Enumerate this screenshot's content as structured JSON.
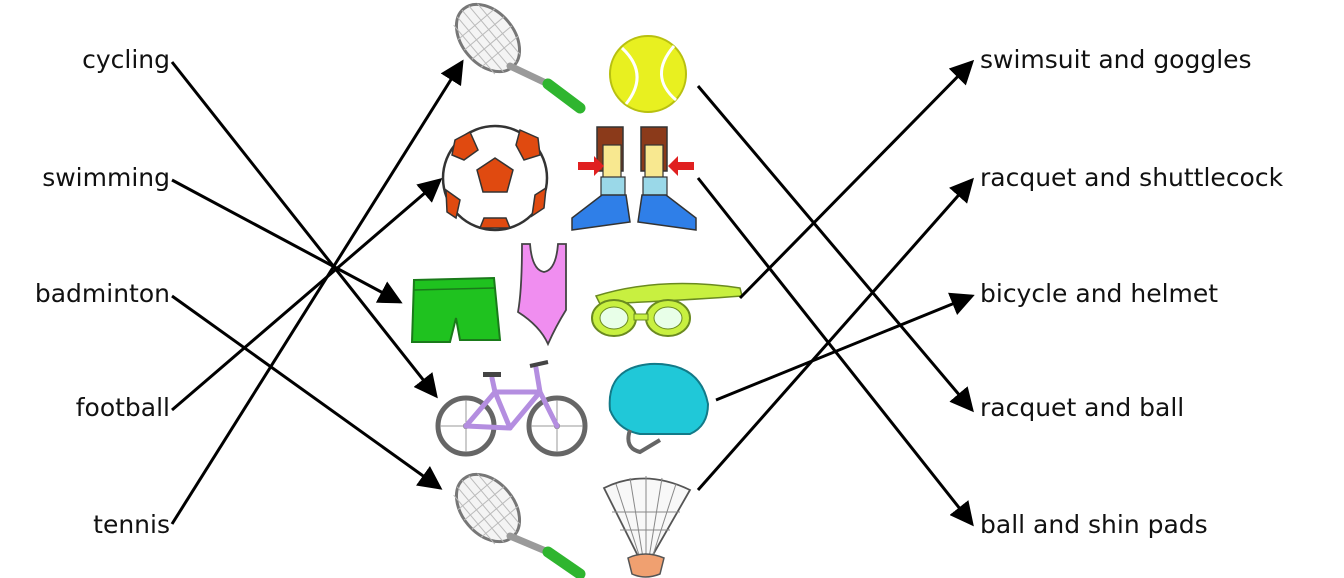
{
  "left_labels": [
    "cycling",
    "swimming",
    "badminton",
    "football",
    "tennis"
  ],
  "right_labels": [
    "swimsuit and goggles",
    "racquet and shuttlecock",
    "bicycle and helmet",
    "racquet and ball",
    "ball and shin pads"
  ],
  "colors": {
    "line": "#000000",
    "racquet_handle": "#2fb52f",
    "tennis_ball": "#e8f020",
    "football_patch": "#e04a10",
    "trunks": "#1fc21f",
    "swimsuit": "#f08ef0",
    "goggles": "#c8f040",
    "bicycle": "#b48ee0",
    "helmet": "#20c8d8",
    "boots": "#2f7fe8",
    "socks": "#9ad8e8",
    "shin_pad": "#f8e890",
    "leg": "#8b3a1a",
    "arrow_red": "#e02020"
  },
  "icons": [
    "racquet-icon",
    "tennis-ball-icon",
    "football-icon",
    "shin-pads-icon",
    "trunks-icon",
    "swimsuit-icon",
    "goggles-icon",
    "bicycle-icon",
    "helmet-icon",
    "racquet-icon",
    "shuttlecock-icon"
  ]
}
